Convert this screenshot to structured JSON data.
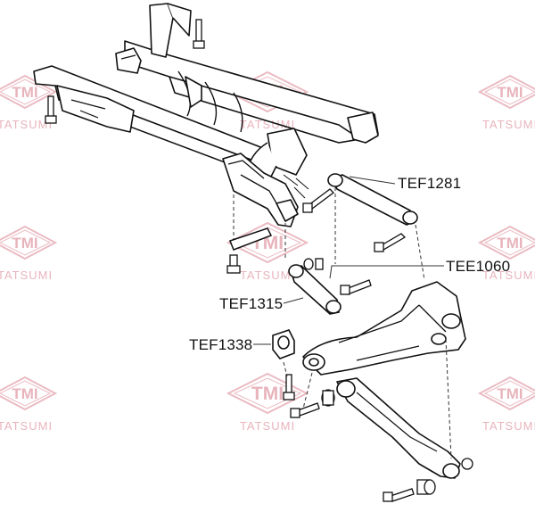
{
  "watermark": {
    "logo_text": "TMI",
    "brand_text": "TATSUMI",
    "color": "#e8b4bc"
  },
  "part_labels": {
    "tef1281": "TEF1281",
    "tee1060": "TEE1060",
    "tef1315": "TEF1315",
    "tef1338": "TEF1338"
  },
  "colors": {
    "line": "#111111",
    "leader": "#333333"
  }
}
